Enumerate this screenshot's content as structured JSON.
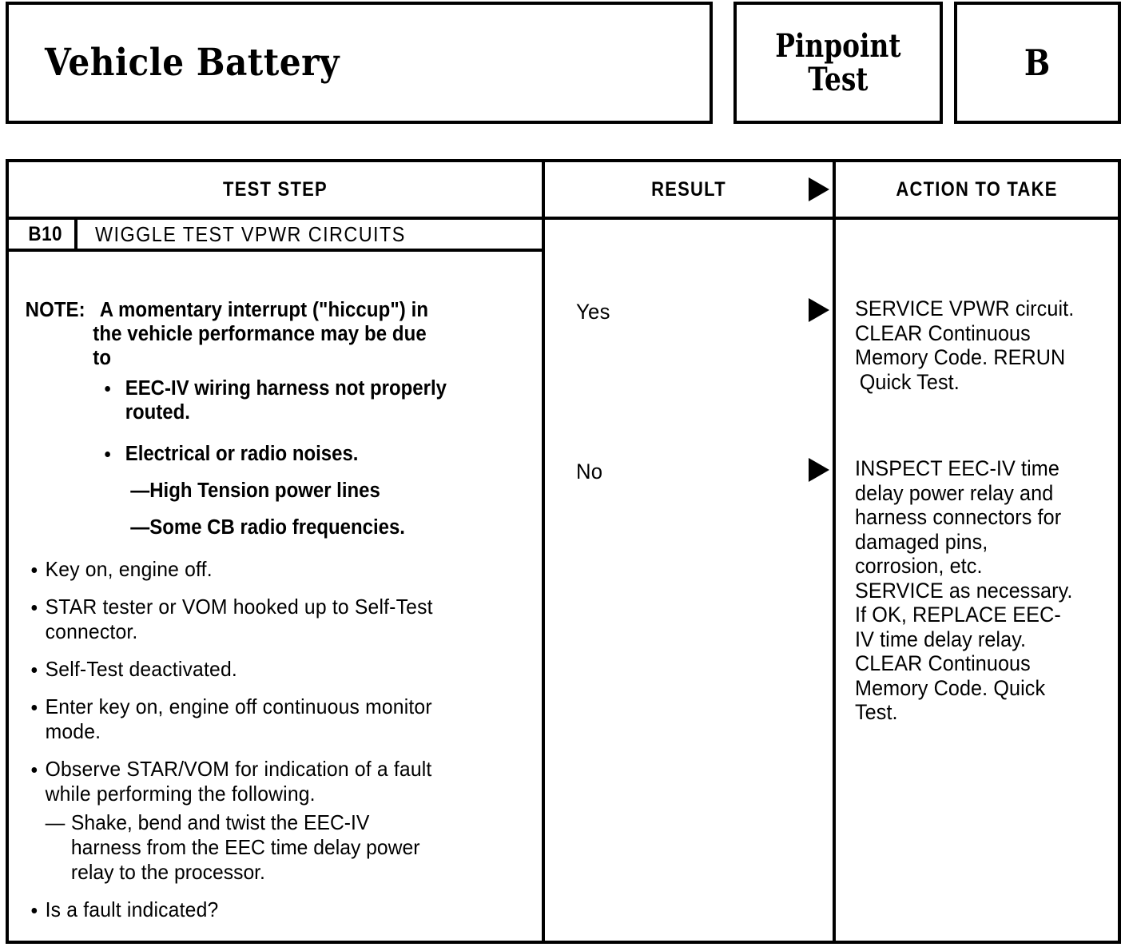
{
  "header": {
    "title": "Vehicle Battery",
    "pinpoint_line1": "Pinpoint",
    "pinpoint_line2": "Test",
    "letter": "B"
  },
  "table": {
    "columns": {
      "test_step": "TEST STEP",
      "result": "RESULT",
      "action": "ACTION TO TAKE"
    },
    "step": {
      "id": "B10",
      "title": "WIGGLE TEST VPWR CIRCUITS"
    },
    "note": {
      "label": "NOTE:",
      "line1": "A momentary interrupt (\"hiccup\") in",
      "line2": "the vehicle performance may be due",
      "line3": "to",
      "bullets": [
        {
          "line1": "EEC-IV wiring harness not properly",
          "line2": "routed."
        },
        {
          "line1": "Electrical or radio noises.",
          "line2": ""
        }
      ],
      "dashes": [
        "High Tension power lines",
        "Some CB radio frequencies."
      ]
    },
    "steps": [
      {
        "line1": "Key on, engine off.",
        "line2": ""
      },
      {
        "line1": "STAR tester or VOM hooked up to Self-Test",
        "line2": "connector."
      },
      {
        "line1": "Self-Test deactivated.",
        "line2": ""
      },
      {
        "line1": "Enter key on, engine off continuous monitor",
        "line2": "mode."
      },
      {
        "line1": "Observe STAR/VOM for indication of a fault",
        "line2": "while performing the following."
      }
    ],
    "sub_step": {
      "dash": "—",
      "line1": "Shake, bend and twist the EEC-IV",
      "line2": "harness from the EEC time delay power",
      "line3": "relay to the processor."
    },
    "final_step": "Is a fault indicated?",
    "results": [
      {
        "label": "Yes",
        "action_lines": [
          "SERVICE VPWR circuit.",
          "CLEAR Continuous",
          "Memory Code. RERUN",
          "Quick Test."
        ]
      },
      {
        "label": "No",
        "action_lines": [
          "INSPECT EEC-IV time",
          "delay power relay and",
          "harness connectors for",
          "damaged pins,",
          "corrosion, etc.",
          "SERVICE as necessary.",
          "If OK, REPLACE EEC-",
          "IV time delay relay.",
          "CLEAR Continuous",
          "Memory Code. Quick",
          "Test."
        ]
      }
    ]
  },
  "colors": {
    "ink": "#000000",
    "paper": "#ffffff"
  }
}
